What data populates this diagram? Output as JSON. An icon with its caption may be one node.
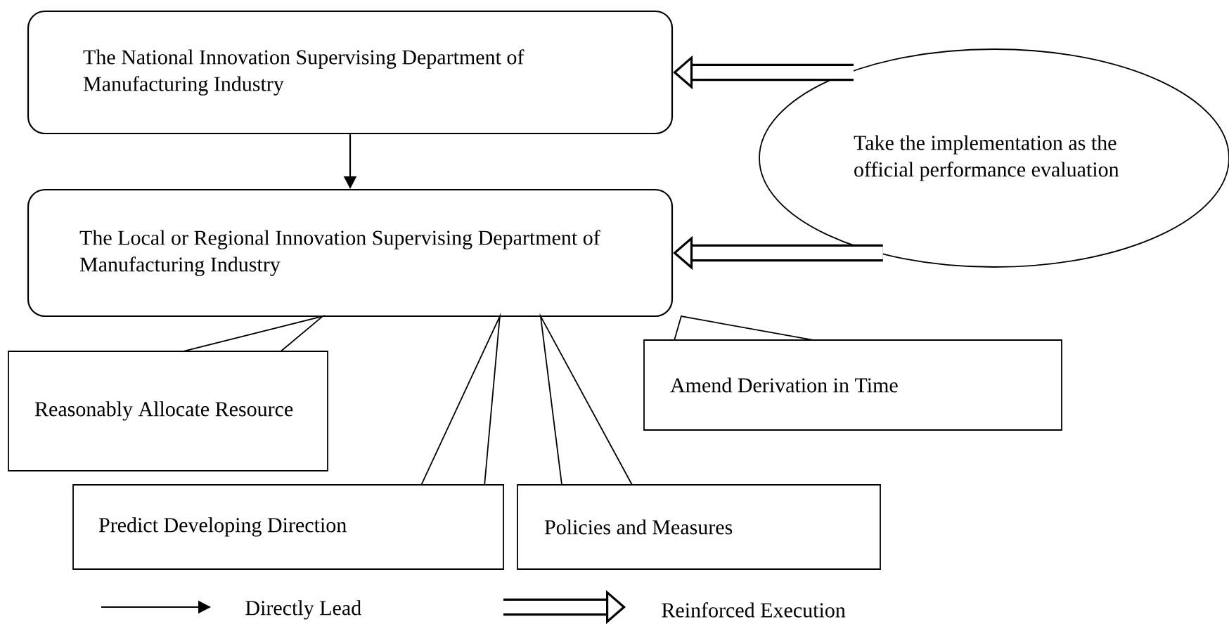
{
  "diagram": {
    "nodes": [
      {
        "text": [
          "The National Innovation Supervising Department of Manufacturing Industry"
        ]
      },
      {
        "text": [
          "The Local or Regional Innovation Supervising Department of Manufacturing Industry"
        ]
      },
      {
        "text": [
          "Take the implementation as the official performance evaluation"
        ]
      },
      {
        "text": [
          "Reasonably Allocate Resource"
        ]
      },
      {
        "text": [
          "Amend Derivation in Time"
        ]
      },
      {
        "text": [
          "Predict Developing Direction"
        ]
      },
      {
        "text": [
          "Policies and Measures"
        ]
      }
    ],
    "edges": [
      {
        "from": 0,
        "to": 1,
        "arrow": "to"
      },
      {
        "from": 2,
        "to": 0,
        "arrow": "to",
        "style": "thick"
      },
      {
        "from": 2,
        "to": 1,
        "arrow": "to",
        "style": "thick"
      },
      {
        "from": 1,
        "to": 3,
        "arrow": "none"
      },
      {
        "from": 1,
        "to": 4,
        "arrow": "none"
      },
      {
        "from": 1,
        "to": 5,
        "arrow": "none"
      },
      {
        "from": 1,
        "to": 6,
        "arrow": "none"
      }
    ],
    "legend": [
      {
        "text": "Directly Lead"
      },
      {
        "text": "Reinforced Execution"
      }
    ]
  }
}
